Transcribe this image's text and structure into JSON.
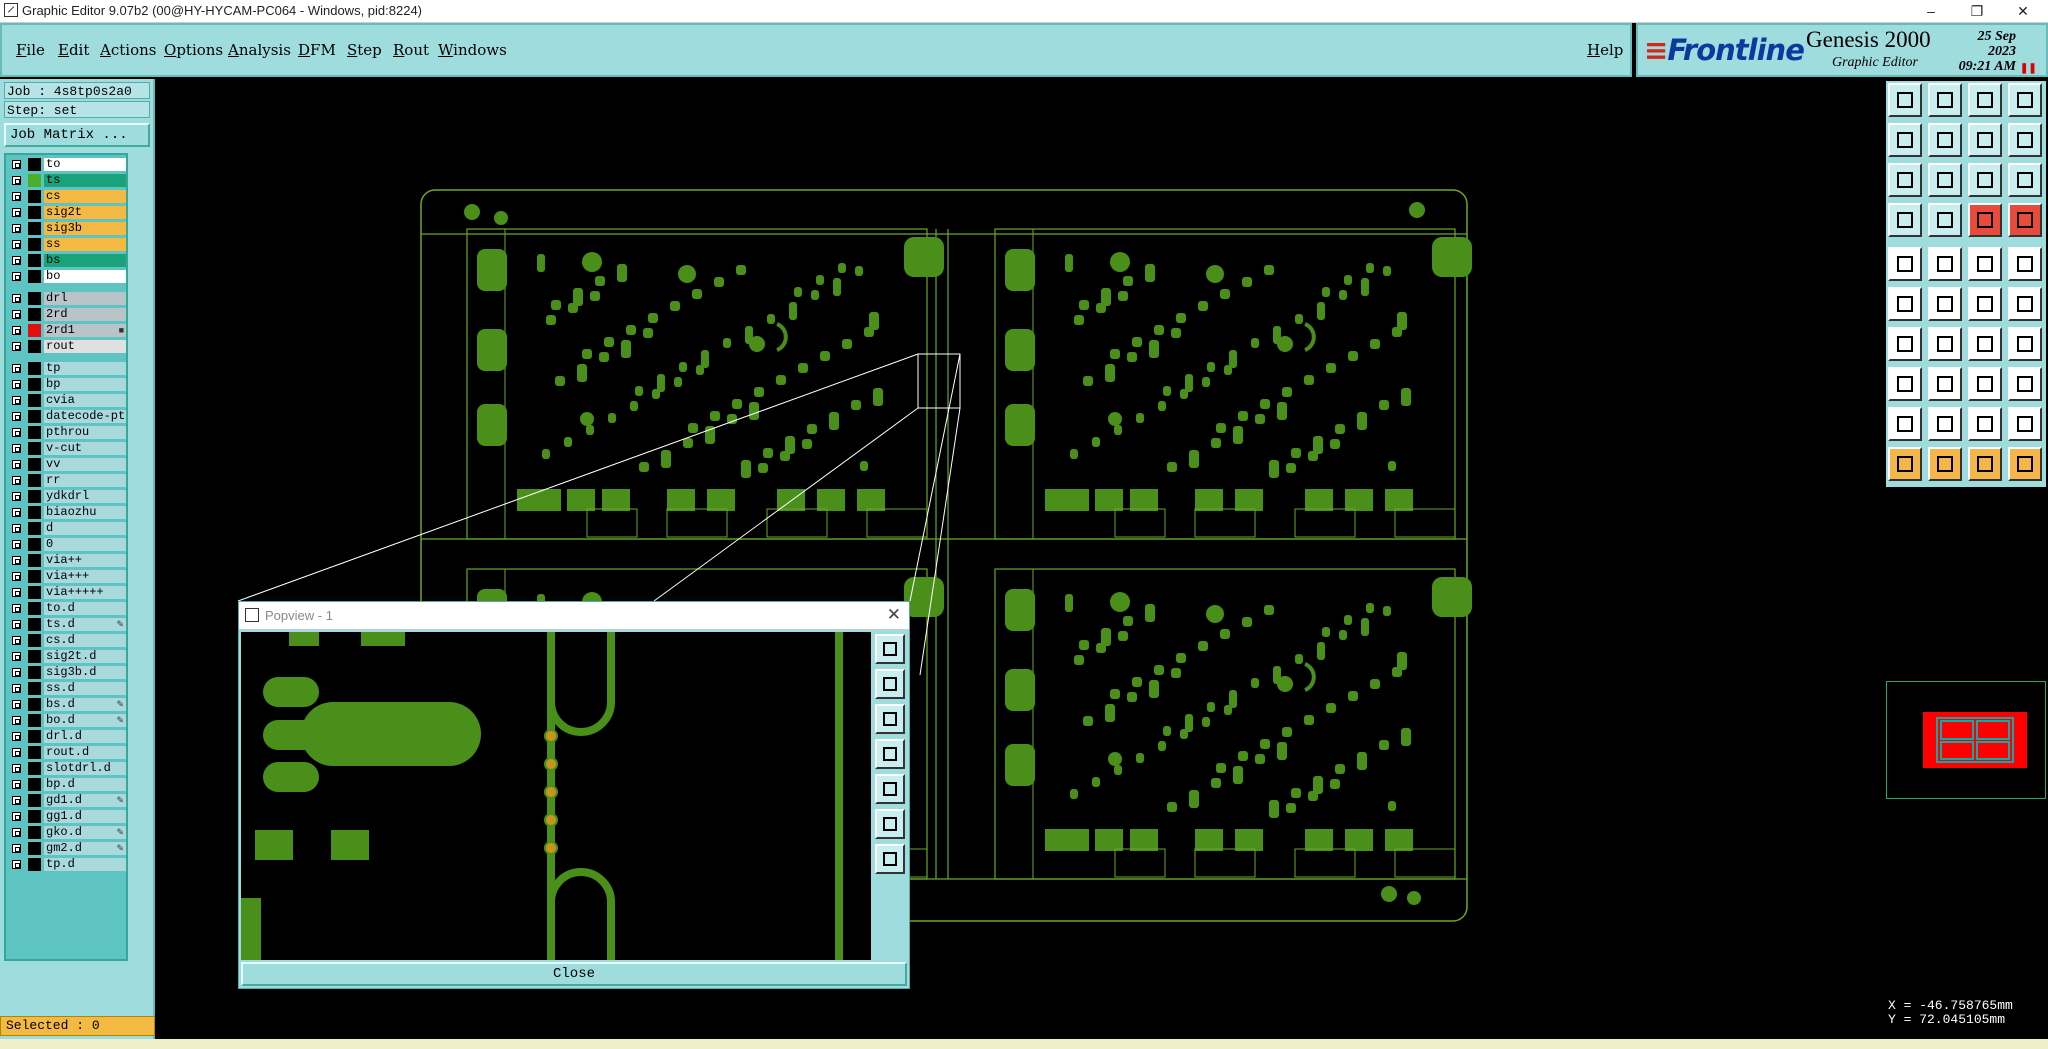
{
  "window": {
    "title": "Graphic Editor 9.07b2 (00@HY-HYCAM-PC064 - Windows, pid:8224)",
    "minimize_glyph": "–",
    "restore_glyph": "❐",
    "close_glyph": "✕"
  },
  "menubar": {
    "items": [
      "File",
      "Edit",
      "Actions",
      "Options",
      "Analysis",
      "DFM",
      "Step",
      "Rout",
      "Windows"
    ],
    "help": "Help"
  },
  "branding": {
    "logo": "Frontline",
    "product": "Genesis 2000",
    "subtitle": "Graphic Editor",
    "date": "25 Sep 2023",
    "time": "09:21 AM",
    "pause_glyph": "❚❚",
    "logo_color": "#0a3a9e",
    "accent_color": "#d7261e"
  },
  "left_panel": {
    "job": "Job : 4s8tp0s2a0",
    "step": "Step: set",
    "job_matrix_button": "Job Matrix ...",
    "layers": [
      {
        "name": "to",
        "bg": "#ffffff",
        "swatch": "#000000",
        "mark": ""
      },
      {
        "name": "ts",
        "bg": "#1aa37a",
        "swatch": "#4caf2a",
        "mark": ""
      },
      {
        "name": "cs",
        "bg": "#f4b942",
        "swatch": "#000000",
        "mark": ""
      },
      {
        "name": "sig2t",
        "bg": "#f4b942",
        "swatch": "#000000",
        "mark": ""
      },
      {
        "name": "sig3b",
        "bg": "#f4b942",
        "swatch": "#000000",
        "mark": ""
      },
      {
        "name": "ss",
        "bg": "#f4b942",
        "swatch": "#000000",
        "mark": ""
      },
      {
        "name": "bs",
        "bg": "#1aa37a",
        "swatch": "#000000",
        "mark": ""
      },
      {
        "name": "bo",
        "bg": "#ffffff",
        "swatch": "#000000",
        "mark": ""
      },
      {
        "name": "drl",
        "bg": "#b8c4c8",
        "swatch": "#000000",
        "mark": ""
      },
      {
        "name": "2rd",
        "bg": "#b8c4c8",
        "swatch": "#000000",
        "mark": ""
      },
      {
        "name": "2rd1",
        "bg": "#b8c4c8",
        "swatch": "#e01010",
        "mark": "■"
      },
      {
        "name": "rout",
        "bg": "#e0e0e0",
        "swatch": "#000000",
        "mark": ""
      },
      {
        "name": "tp",
        "bg": "#a9d9db",
        "swatch": "#000000",
        "mark": ""
      },
      {
        "name": "bp",
        "bg": "#a9d9db",
        "swatch": "#000000",
        "mark": ""
      },
      {
        "name": "cvia",
        "bg": "#a9d9db",
        "swatch": "#000000",
        "mark": ""
      },
      {
        "name": "datecode-pte",
        "bg": "#a9d9db",
        "swatch": "#000000",
        "mark": ""
      },
      {
        "name": "pthrou",
        "bg": "#a9d9db",
        "swatch": "#000000",
        "mark": ""
      },
      {
        "name": "v-cut",
        "bg": "#a9d9db",
        "swatch": "#000000",
        "mark": ""
      },
      {
        "name": "vv",
        "bg": "#a9d9db",
        "swatch": "#000000",
        "mark": ""
      },
      {
        "name": "rr",
        "bg": "#a9d9db",
        "swatch": "#000000",
        "mark": ""
      },
      {
        "name": "ydkdrl",
        "bg": "#a9d9db",
        "swatch": "#000000",
        "mark": ""
      },
      {
        "name": "biaozhu",
        "bg": "#a9d9db",
        "swatch": "#000000",
        "mark": ""
      },
      {
        "name": "d",
        "bg": "#a9d9db",
        "swatch": "#000000",
        "mark": ""
      },
      {
        "name": "0",
        "bg": "#a9d9db",
        "swatch": "#000000",
        "mark": ""
      },
      {
        "name": "via++",
        "bg": "#a9d9db",
        "swatch": "#000000",
        "mark": ""
      },
      {
        "name": "via+++",
        "bg": "#a9d9db",
        "swatch": "#000000",
        "mark": ""
      },
      {
        "name": "via+++++",
        "bg": "#a9d9db",
        "swatch": "#000000",
        "mark": ""
      },
      {
        "name": "to.d",
        "bg": "#a9d9db",
        "swatch": "#000000",
        "mark": ""
      },
      {
        "name": "ts.d",
        "bg": "#a9d9db",
        "swatch": "#000000",
        "mark": "✎"
      },
      {
        "name": "cs.d",
        "bg": "#a9d9db",
        "swatch": "#000000",
        "mark": ""
      },
      {
        "name": "sig2t.d",
        "bg": "#a9d9db",
        "swatch": "#000000",
        "mark": ""
      },
      {
        "name": "sig3b.d",
        "bg": "#a9d9db",
        "swatch": "#000000",
        "mark": ""
      },
      {
        "name": "ss.d",
        "bg": "#a9d9db",
        "swatch": "#000000",
        "mark": ""
      },
      {
        "name": "bs.d",
        "bg": "#a9d9db",
        "swatch": "#000000",
        "mark": "✎"
      },
      {
        "name": "bo.d",
        "bg": "#a9d9db",
        "swatch": "#000000",
        "mark": "✎"
      },
      {
        "name": "drl.d",
        "bg": "#a9d9db",
        "swatch": "#000000",
        "mark": ""
      },
      {
        "name": "rout.d",
        "bg": "#a9d9db",
        "swatch": "#000000",
        "mark": ""
      },
      {
        "name": "slotdrl.d",
        "bg": "#a9d9db",
        "swatch": "#000000",
        "mark": ""
      },
      {
        "name": "bp.d",
        "bg": "#a9d9db",
        "swatch": "#000000",
        "mark": ""
      },
      {
        "name": "gd1.d",
        "bg": "#a9d9db",
        "swatch": "#000000",
        "mark": "✎"
      },
      {
        "name": "gg1.d",
        "bg": "#a9d9db",
        "swatch": "#000000",
        "mark": ""
      },
      {
        "name": "gko.d",
        "bg": "#a9d9db",
        "swatch": "#000000",
        "mark": "✎"
      },
      {
        "name": "gm2.d",
        "bg": "#a9d9db",
        "swatch": "#000000",
        "mark": "✎"
      },
      {
        "name": "tp.d",
        "bg": "#a9d9db",
        "swatch": "#000000",
        "mark": ""
      }
    ],
    "selected": "Selected : 0"
  },
  "toolbar": {
    "rows": [
      [
        "t",
        "t",
        "t",
        "t"
      ],
      [
        "t",
        "t",
        "t",
        "t"
      ],
      [
        "t",
        "t",
        "t",
        "t"
      ],
      [
        "t",
        "t",
        "rd",
        "rd"
      ],
      [
        "w",
        "w",
        "w",
        "w"
      ],
      [
        "w",
        "w",
        "w",
        "w"
      ],
      [
        "w",
        "w",
        "w",
        "w"
      ],
      [
        "w",
        "w",
        "w",
        "w"
      ],
      [
        "w",
        "w",
        "w",
        "w"
      ],
      [
        "o",
        "o",
        "o",
        "o"
      ]
    ]
  },
  "coords": {
    "x": "X = -46.758765mm",
    "y": "Y = 72.045105mm"
  },
  "popview": {
    "title": "Popview - 1",
    "close_glyph": "✕",
    "close_button": "Close"
  },
  "colors": {
    "pcb_green": "#4a8f1a",
    "outline": "#6aa82a",
    "panel": "#9fdcde"
  }
}
